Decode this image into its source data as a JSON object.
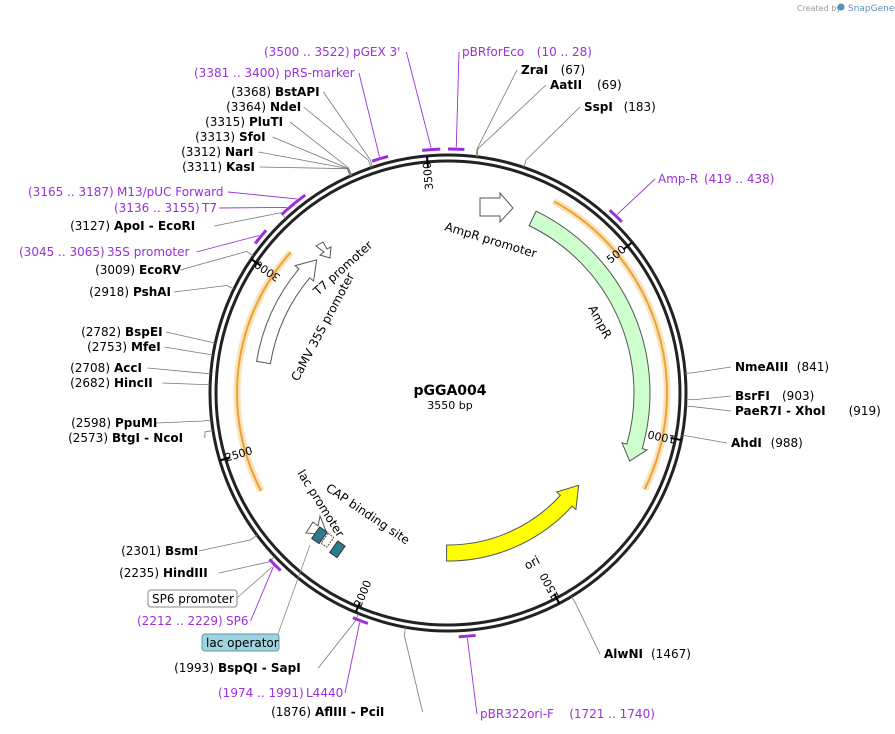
{
  "branding": {
    "created_by": "Created by",
    "app": "SnapGene"
  },
  "plasmid": {
    "name": "pGGA004",
    "length_label": "3550 bp",
    "length": 3550
  },
  "ticks": [
    {
      "bp": 500,
      "label": "500"
    },
    {
      "bp": 1000,
      "label": "1000"
    },
    {
      "bp": 1500,
      "label": "1500"
    },
    {
      "bp": 2000,
      "label": "2000"
    },
    {
      "bp": 2500,
      "label": "2500"
    },
    {
      "bp": 3000,
      "label": "3000"
    },
    {
      "bp": 3500,
      "label": "3500"
    }
  ],
  "sites": [
    {
      "name": "ZraI",
      "pos": "(67)",
      "bp": 67
    },
    {
      "name": "AatII",
      "pos": "(69)",
      "bp": 69
    },
    {
      "name": "SspI",
      "pos": "(183)",
      "bp": 183
    },
    {
      "name": "NmeAIII",
      "pos": "(841)",
      "bp": 841
    },
    {
      "name": "BsrFI",
      "pos": "(903)",
      "bp": 903
    },
    {
      "name": "PaeR7I  - XhoI",
      "pos": "(919)",
      "bp": 919
    },
    {
      "name": "AhdI",
      "pos": "(988)",
      "bp": 988
    },
    {
      "name": "AlwNI",
      "pos": "(1467)",
      "bp": 1467
    },
    {
      "name": "AflIII  - PciI",
      "pos": "(1876)",
      "bp": 1876
    },
    {
      "name": "BspQI  - SapI",
      "pos": "(1993)",
      "bp": 1993
    },
    {
      "name": "HindIII",
      "pos": "(2235)",
      "bp": 2235
    },
    {
      "name": "BsmI",
      "pos": "(2301)",
      "bp": 2301
    },
    {
      "name": "BtgI  - NcoI",
      "pos": "(2573)",
      "bp": 2573
    },
    {
      "name": "PpuMI",
      "pos": "(2598)",
      "bp": 2598
    },
    {
      "name": "HincII",
      "pos": "(2682)",
      "bp": 2682
    },
    {
      "name": "AccI",
      "pos": "(2708)",
      "bp": 2708
    },
    {
      "name": "MfeI",
      "pos": "(2753)",
      "bp": 2753
    },
    {
      "name": "BspEI",
      "pos": "(2782)",
      "bp": 2782
    },
    {
      "name": "PshAI",
      "pos": "(2918)",
      "bp": 2918
    },
    {
      "name": "EcoRV",
      "pos": "(3009)",
      "bp": 3009
    },
    {
      "name": "ApoI  - EcoRI",
      "pos": "(3127)",
      "bp": 3127
    },
    {
      "name": "KasI",
      "pos": "(3311)",
      "bp": 3311
    },
    {
      "name": "NarI",
      "pos": "(3312)",
      "bp": 3312
    },
    {
      "name": "SfoI",
      "pos": "(3313)",
      "bp": 3313
    },
    {
      "name": "PluTI",
      "pos": "(3315)",
      "bp": 3315
    },
    {
      "name": "NdeI",
      "pos": "(3364)",
      "bp": 3364
    },
    {
      "name": "BstAPI",
      "pos": "(3368)",
      "bp": 3368
    }
  ],
  "primers": [
    {
      "name": "pBRforEco",
      "range": "(10 .. 28)",
      "start": 10,
      "end": 28
    },
    {
      "name": "Amp-R",
      "range": "(419 .. 438)",
      "start": 419,
      "end": 438
    },
    {
      "name": "pBR322ori-F",
      "range": "(1721 .. 1740)",
      "start": 1721,
      "end": 1740
    },
    {
      "name": "L4440",
      "range": "(1974 .. 1991)",
      "start": 1974,
      "end": 1991
    },
    {
      "name": "SP6",
      "range": "(2212 .. 2229)",
      "start": 2212,
      "end": 2229
    },
    {
      "name": "35S promoter",
      "range": "(3045 .. 3065)",
      "start": 3045,
      "end": 3065
    },
    {
      "name": "T7",
      "range": "(3136 .. 3155)",
      "start": 3136,
      "end": 3155
    },
    {
      "name": "M13/pUC Forward",
      "range": "(3165 .. 3187)",
      "start": 3165,
      "end": 3187
    },
    {
      "name": "pRS-marker",
      "range": "(3381 .. 3400)",
      "start": 3381,
      "end": 3400
    },
    {
      "name": "pGEX 3'",
      "range": "(3500 .. 3522)",
      "start": 3500,
      "end": 3522
    }
  ],
  "features": [
    {
      "name": "AmpR promoter",
      "color": "#ffffff"
    },
    {
      "name": "AmpR",
      "color": "#ccffcc"
    },
    {
      "name": "ori",
      "color": "#ffff00"
    },
    {
      "name": "CAP binding site",
      "color": "#ffffff"
    },
    {
      "name": "lac promoter",
      "color": "#ffffff"
    },
    {
      "name": "CaMV 35S promoter",
      "color": "#ffffff"
    },
    {
      "name": "T7 promoter",
      "color": "#ffffff"
    }
  ],
  "boxed_labels": [
    {
      "name": "SP6 promoter",
      "color": "#ffffff"
    },
    {
      "name": "lac operator",
      "color": "#9fd3e0"
    }
  ],
  "colors": {
    "primer": "#9b30d9",
    "orf_outline": "#e8a33a",
    "orf_glow": "#fbe2b8",
    "lac_operator": "#2b7c91"
  }
}
